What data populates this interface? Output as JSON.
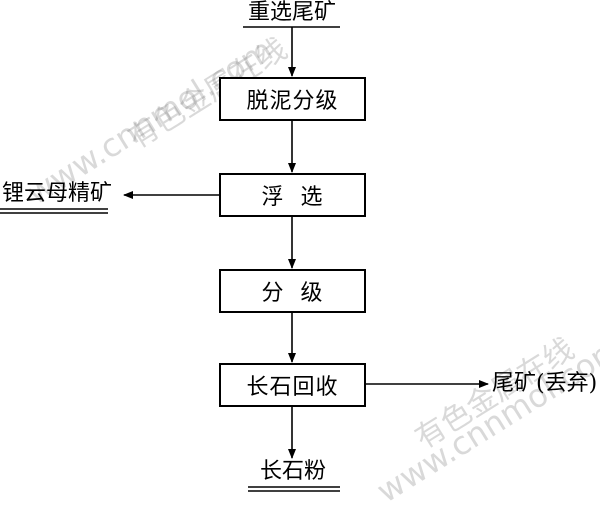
{
  "flow": {
    "input": "重选尾矿",
    "steps": [
      "脱泥分级",
      "浮  选",
      "分  级",
      "长石回收"
    ],
    "side_product": "锂云母精矿",
    "tailings": "尾矿(丢弃)",
    "final_product": "长石粉"
  },
  "watermark": {
    "site_cn": "有色金属在线",
    "site_url": "www.cnnmol.com"
  }
}
